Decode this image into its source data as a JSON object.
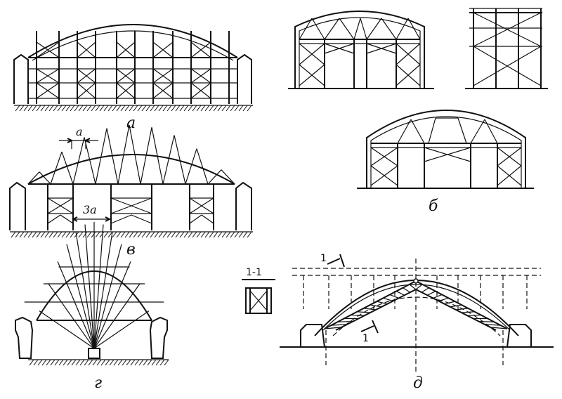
{
  "labels": {
    "a": "а",
    "b": "б",
    "v": "в",
    "g": "г",
    "d": "д"
  },
  "dims": {
    "a_small": "a",
    "three_a": "3a"
  },
  "section": {
    "title": "1-1",
    "mark_top": "1",
    "mark_bottom": "1"
  }
}
